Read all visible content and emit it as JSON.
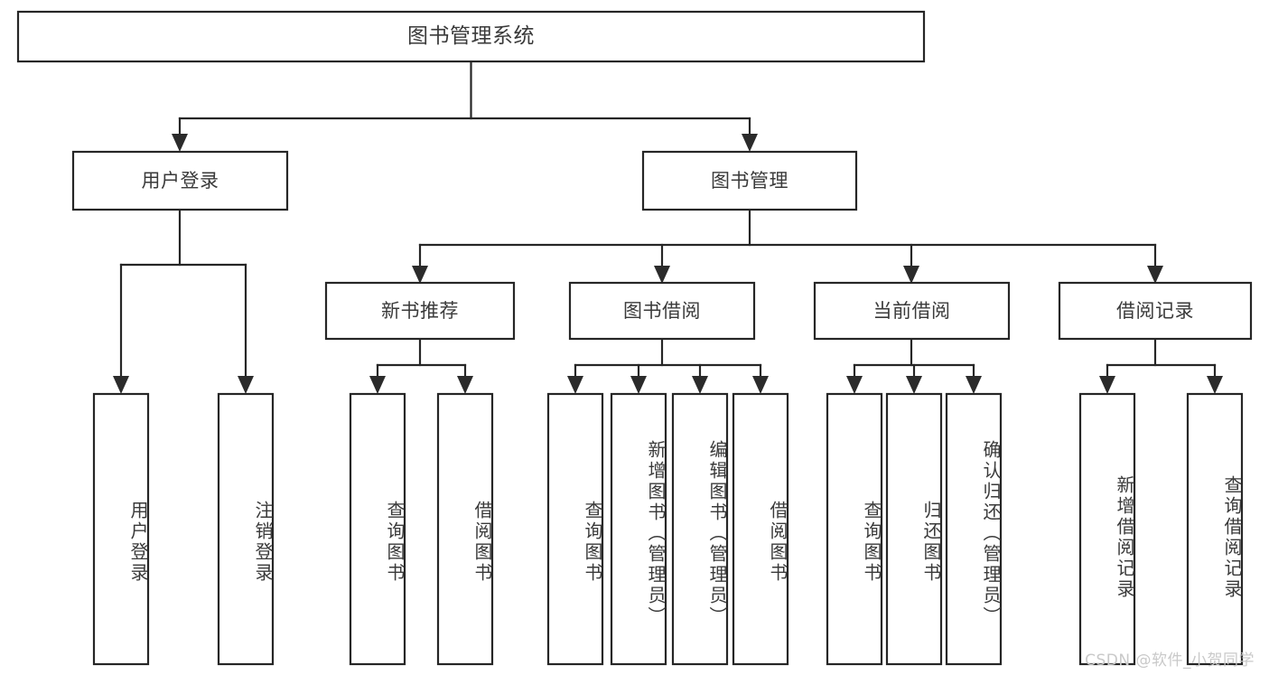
{
  "diagram": {
    "title": "图书管理系统",
    "type": "tree",
    "watermark": "CSDN @软件_小贺同学",
    "theme": {
      "background": "#ffffff",
      "box_fill": "#ffffff",
      "box_stroke": "#262626",
      "text_color": "#3a3a3a",
      "watermark_color": "#c9c9c9"
    },
    "nodes": {
      "root": {
        "label": "图书管理系统",
        "level": 0
      },
      "user_login": {
        "label": "用户登录",
        "level": 1
      },
      "book_manage": {
        "label": "图书管理",
        "level": 1
      },
      "new_book_rec": {
        "label": "新书推荐",
        "level": 2
      },
      "book_borrow": {
        "label": "图书借阅",
        "level": 2
      },
      "current_borrow": {
        "label": "当前借阅",
        "level": 2
      },
      "borrow_record": {
        "label": "借阅记录",
        "level": 2
      },
      "leaf_user_login": {
        "label": "用户登录",
        "level": 3,
        "orientation": "vertical"
      },
      "leaf_logout": {
        "label": "注销登录",
        "level": 3,
        "orientation": "vertical"
      },
      "leaf_query_book_1": {
        "label": "查询图书",
        "level": 3,
        "orientation": "vertical"
      },
      "leaf_borrow_book_1": {
        "label": "借阅图书",
        "level": 3,
        "orientation": "vertical"
      },
      "leaf_query_book_2": {
        "label": "查询图书",
        "level": 3,
        "orientation": "vertical"
      },
      "leaf_add_book": {
        "label": "新增图书（管理员）",
        "level": 3,
        "orientation": "vertical"
      },
      "leaf_edit_book": {
        "label": "编辑图书（管理员）",
        "level": 3,
        "orientation": "vertical"
      },
      "leaf_borrow_book_2": {
        "label": "借阅图书",
        "level": 3,
        "orientation": "vertical"
      },
      "leaf_query_book_3": {
        "label": "查询图书",
        "level": 3,
        "orientation": "vertical"
      },
      "leaf_return_book": {
        "label": "归还图书",
        "level": 3,
        "orientation": "vertical"
      },
      "leaf_confirm_return": {
        "label": "确认归还（管理员）",
        "level": 3,
        "orientation": "vertical"
      },
      "leaf_add_record": {
        "label": "新增借阅记录",
        "level": 3,
        "orientation": "vertical"
      },
      "leaf_query_record": {
        "label": "查询借阅记录",
        "level": 3,
        "orientation": "vertical"
      }
    },
    "edges": [
      {
        "from": "root",
        "to": "user_login"
      },
      {
        "from": "root",
        "to": "book_manage"
      },
      {
        "from": "user_login",
        "to": "leaf_user_login"
      },
      {
        "from": "user_login",
        "to": "leaf_logout"
      },
      {
        "from": "book_manage",
        "to": "new_book_rec"
      },
      {
        "from": "book_manage",
        "to": "book_borrow"
      },
      {
        "from": "book_manage",
        "to": "current_borrow"
      },
      {
        "from": "book_manage",
        "to": "borrow_record"
      },
      {
        "from": "new_book_rec",
        "to": "leaf_query_book_1"
      },
      {
        "from": "new_book_rec",
        "to": "leaf_borrow_book_1"
      },
      {
        "from": "book_borrow",
        "to": "leaf_query_book_2"
      },
      {
        "from": "book_borrow",
        "to": "leaf_add_book"
      },
      {
        "from": "book_borrow",
        "to": "leaf_edit_book"
      },
      {
        "from": "book_borrow",
        "to": "leaf_borrow_book_2"
      },
      {
        "from": "current_borrow",
        "to": "leaf_query_book_3"
      },
      {
        "from": "current_borrow",
        "to": "leaf_return_book"
      },
      {
        "from": "current_borrow",
        "to": "leaf_confirm_return"
      },
      {
        "from": "borrow_record",
        "to": "leaf_add_record"
      },
      {
        "from": "borrow_record",
        "to": "leaf_query_record"
      }
    ]
  }
}
